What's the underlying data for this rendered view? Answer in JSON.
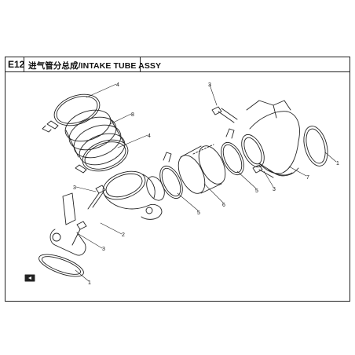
{
  "header": {
    "code": "E12",
    "title": "进气管分总成/INTAKE TUBE ASSY"
  },
  "callouts": [
    "4",
    "8",
    "4",
    "3",
    "3",
    "2",
    "3",
    "1",
    "5",
    "6",
    "5",
    "3",
    "7",
    "1"
  ],
  "colors": {
    "line": "#222222",
    "background": "#ffffff"
  }
}
